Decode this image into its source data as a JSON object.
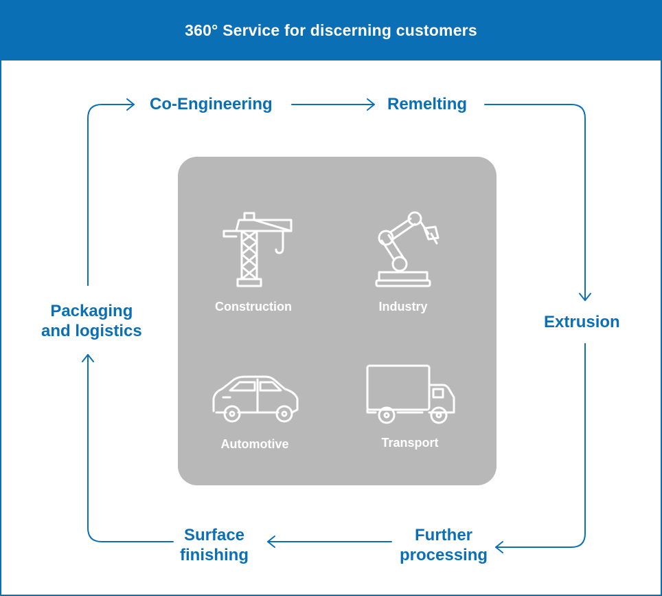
{
  "header": {
    "title": "360° Service for discerning customers"
  },
  "steps": {
    "co_engineering": "Co-Engineering",
    "remelting": "Remelting",
    "extrusion": "Extrusion",
    "further_processing": [
      "Further",
      "processing"
    ],
    "surface_finishing": [
      "Surface",
      "finishing"
    ],
    "packaging": [
      "Packaging",
      "and logistics"
    ]
  },
  "sectors": {
    "construction": {
      "label": "Construction",
      "icon": "crane-icon"
    },
    "industry": {
      "label": "Industry",
      "icon": "robot-arm-icon"
    },
    "automotive": {
      "label": "Automotive",
      "icon": "car-icon"
    },
    "transport": {
      "label": "Transport",
      "icon": "truck-icon"
    }
  },
  "colors": {
    "accent": "#0a6fb5",
    "panel": "#b8b8b8",
    "icon": "#ffffff"
  }
}
